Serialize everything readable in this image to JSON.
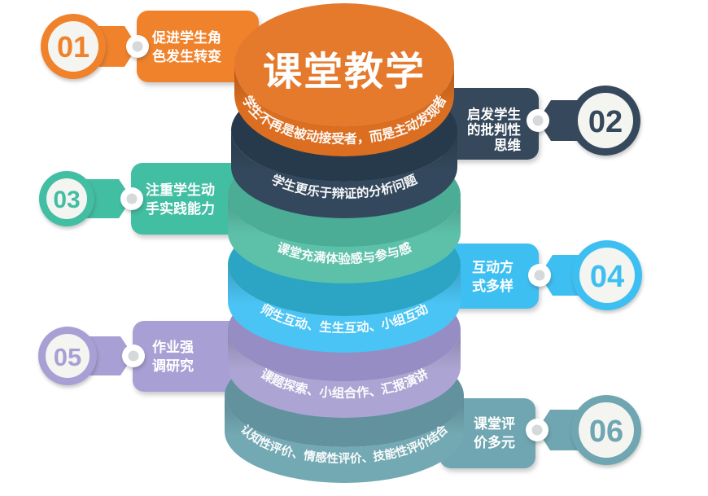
{
  "title": "课堂教学",
  "background": "#ffffff",
  "items": [
    {
      "num": "01",
      "side": "left",
      "label": "促进学生角色发生转变",
      "label_lines": [
        "促进学生角",
        "色发生转变"
      ],
      "caption": "学生不再是被动接受者，而是主动发现者",
      "accent": "#F0822C",
      "disk_top": "#E5792C",
      "disk_side": "#DB6E20"
    },
    {
      "num": "02",
      "side": "right",
      "label": "启发学生的批判性思维",
      "label_lines": [
        "启发学生",
        "的批判性",
        "思维"
      ],
      "caption": "学生更乐于辩证的分析问题",
      "accent": "#36495C",
      "disk_top": "#273A4B",
      "disk_side": "#33485C"
    },
    {
      "num": "03",
      "side": "left",
      "label": "注重学生动手实践能力",
      "label_lines": [
        "注重学生动",
        "手实践能力"
      ],
      "caption": "课堂充满体验感与参与感",
      "accent": "#42BEA3",
      "disk_top": "#4CAD96",
      "disk_side": "#5DC1AA"
    },
    {
      "num": "04",
      "side": "right",
      "label": "互动方式多样",
      "label_lines": [
        "互动方",
        "式多样"
      ],
      "caption": "师生互动、生生互动、小组互动",
      "accent": "#3EBFF1",
      "disk_top": "#2BA5C3",
      "disk_side": "#4AC4F4"
    },
    {
      "num": "05",
      "side": "left",
      "label": "作业强调研究",
      "label_lines": [
        "作业强",
        "调研究"
      ],
      "caption": "课题探索、小组合作、汇报演讲",
      "accent": "#A8A0D5",
      "disk_top": "#968DC4",
      "disk_side": "#ACA5D3"
    },
    {
      "num": "06",
      "side": "right",
      "label": "课堂评价多元",
      "label_lines": [
        "课堂评",
        "价多元"
      ],
      "caption": "认知性评价、情感性评价、技能性评价结合",
      "accent": "#6FA6B1",
      "disk_top": "#61929E",
      "disk_side": "#73A9B3"
    }
  ]
}
